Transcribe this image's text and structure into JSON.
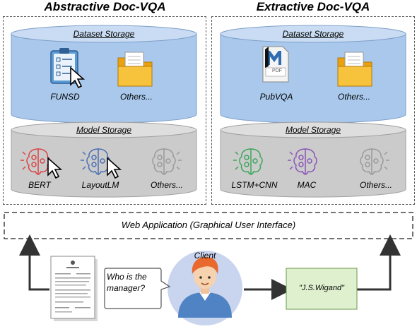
{
  "panels": {
    "abstractive": {
      "title": "Abstractive Doc-VQA",
      "dataset_storage": {
        "title": "Dataset Storage",
        "items": [
          "FUNSD",
          "Others..."
        ]
      },
      "model_storage": {
        "title": "Model Storage",
        "items": [
          "BERT",
          "LayoutLM",
          "Others..."
        ]
      }
    },
    "extractive": {
      "title": "Extractive Doc-VQA",
      "dataset_storage": {
        "title": "Dataset Storage",
        "items": [
          "PubVQA",
          "Others..."
        ],
        "pdf_badge": "PDF"
      },
      "model_storage": {
        "title": "Model Storage",
        "items": [
          "LSTM+CNN",
          "MAC",
          "Others..."
        ]
      }
    }
  },
  "web_app": {
    "label": "Web Application (Graphical User Interface)"
  },
  "client": {
    "label": "Client",
    "question": "Who is the manager?",
    "answer": "\"J.S.Wigand\""
  },
  "colors": {
    "dataset_cylinder": "#a9c8ec",
    "dataset_top": "#c9dcf3",
    "model_cylinder": "#cbcbcb",
    "model_top": "#dedede",
    "client_circle": "#c9d4ee",
    "answer_box": "#dff0cf",
    "arrow": "#333333",
    "brain_bert": "#d94545",
    "brain_layoutlm": "#4a6fb3",
    "brain_lstm": "#3aa65a",
    "brain_mac": "#8a55b8",
    "brain_other": "#9a9a9a"
  },
  "icons": [
    "form-icon",
    "cursor-icon",
    "folder-icon",
    "pdf-icon",
    "brain-icon",
    "document-icon",
    "person-icon"
  ]
}
